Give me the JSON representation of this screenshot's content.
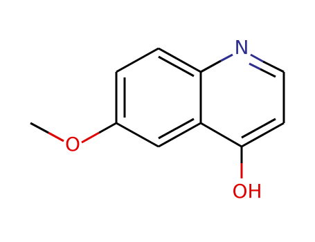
{
  "molecule": {
    "colors": {
      "carbon_bond": "#000000",
      "nitrogen": "#2e2e8f",
      "oxygen": "#e00000"
    },
    "atoms": {
      "N": {
        "label": "N"
      },
      "O_hydroxyl": {
        "label": "OH"
      },
      "O_methoxy": {
        "label": "O"
      }
    }
  }
}
